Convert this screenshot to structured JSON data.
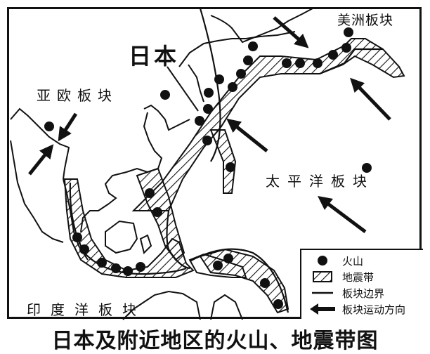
{
  "caption": "日本及附近地区的火山、地震带图",
  "labels": {
    "japan": "日本",
    "eurasian_plate": "亚欧板块",
    "american_plate": "美洲板块",
    "pacific_plate": "太平洋板块",
    "indian_ocean_plate": "印度洋板块"
  },
  "legend": {
    "items": [
      {
        "symbol": "volcano-dot",
        "label": "火山"
      },
      {
        "symbol": "hatch-box",
        "label": "地震带"
      },
      {
        "symbol": "line",
        "label": "板块边界"
      },
      {
        "symbol": "arrow-left",
        "label": "板块运动方向"
      }
    ]
  },
  "colors": {
    "ink": "#111111",
    "background": "#ffffff"
  }
}
